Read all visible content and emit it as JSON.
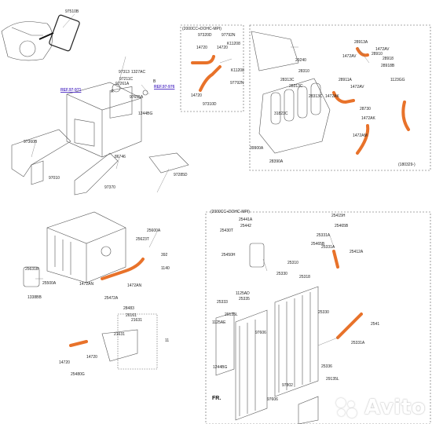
{
  "labels": {
    "p97510B": "97510B",
    "p97313": "97313",
    "p1327AC": "1327AC",
    "p97211C": "97211C",
    "p97261A": "97261A",
    "pA": "A",
    "pB": "B",
    "p97655A": "97655A",
    "p1244BG": "1244BG",
    "ref_a": "REF.97-971",
    "ref_b": "REF.97-976",
    "p97360B": "97360B",
    "p97010": "97010",
    "p86746": "86746",
    "p97370": "97370",
    "p97285D": "97285D",
    "engine_hdr": "(2000CC+DOHC-MPI)",
    "p97320D": "97320D",
    "p97792N_top": "97792N",
    "pK11208_top": "K11208",
    "p14720_a": "14720",
    "p14720_b": "14720",
    "pK11208_mid": "K11208",
    "p97792N_mid": "97792N",
    "p14720_c": "14720",
    "p97310D": "97310D",
    "p29240": "29240",
    "p28310": "28310",
    "p28313C_a": "28313C",
    "p28313C_b": "28313C",
    "p28313C_c": "28313C",
    "p31823C": "31823C",
    "p39900A": "39900A",
    "p28390A": "28390A",
    "p28913A": "28913A",
    "p1472AV_a": "1472AV",
    "p28910": "28910",
    "p1472AV_b": "1472AV",
    "p28911A": "28911A",
    "p1472AV_c": "1472AV",
    "p28918": "28918",
    "p28918B": "28918B",
    "p1123GG": "1123GG",
    "p1472AK_a": "1472AK",
    "p1472AK_b": "1472AK",
    "p28730": "28730",
    "p1472AM": "1472AM",
    "p130329": "(180329-)",
    "p25600A": "25600A",
    "p25623T": "25623T",
    "p392": "392",
    "p1140": "1140",
    "p25631B": "25631B",
    "p25500A": "25500A",
    "p1338BB": "1338BB",
    "p1472AN_a": "1472AN",
    "p1472AN_b": "1472AN",
    "p25472A": "25472A",
    "p28483": "28483",
    "p26161": "26161",
    "p21631": "21631",
    "p21631_b": "21631",
    "p11": "11",
    "p14720_d": "14720",
    "p14720_e": "14720",
    "p25480G": "25480G",
    "rad_hdr": "(2000CC+DOHC-MPI)",
    "p25441A": "25441A",
    "p25442": "25442",
    "p25430T": "25430T",
    "p25450H": "25450H",
    "p25415H": "25415H",
    "p25465B": "25465B",
    "p25331A_a": "25331A",
    "p25465B_b": "25465B",
    "p25331A_b": "25331A",
    "p25412A": "25412A",
    "p25310": "25310",
    "p25330_a": "25330",
    "p25318": "25318",
    "p1125AD_a": "1125AD",
    "p25335": "25335",
    "p25333": "25333",
    "p29135L": "29135L",
    "p1125AE": "1125AE",
    "p97606": "97606",
    "p25330_b": "25330",
    "p2541": "2541",
    "p25331A_c": "25331A",
    "p25336": "25336",
    "p1244BG_b": "1244BG",
    "p97802": "97802",
    "p29135L_b": "29135L",
    "p97606_b": "97606",
    "fr": "FR."
  },
  "watermark": "Avito"
}
